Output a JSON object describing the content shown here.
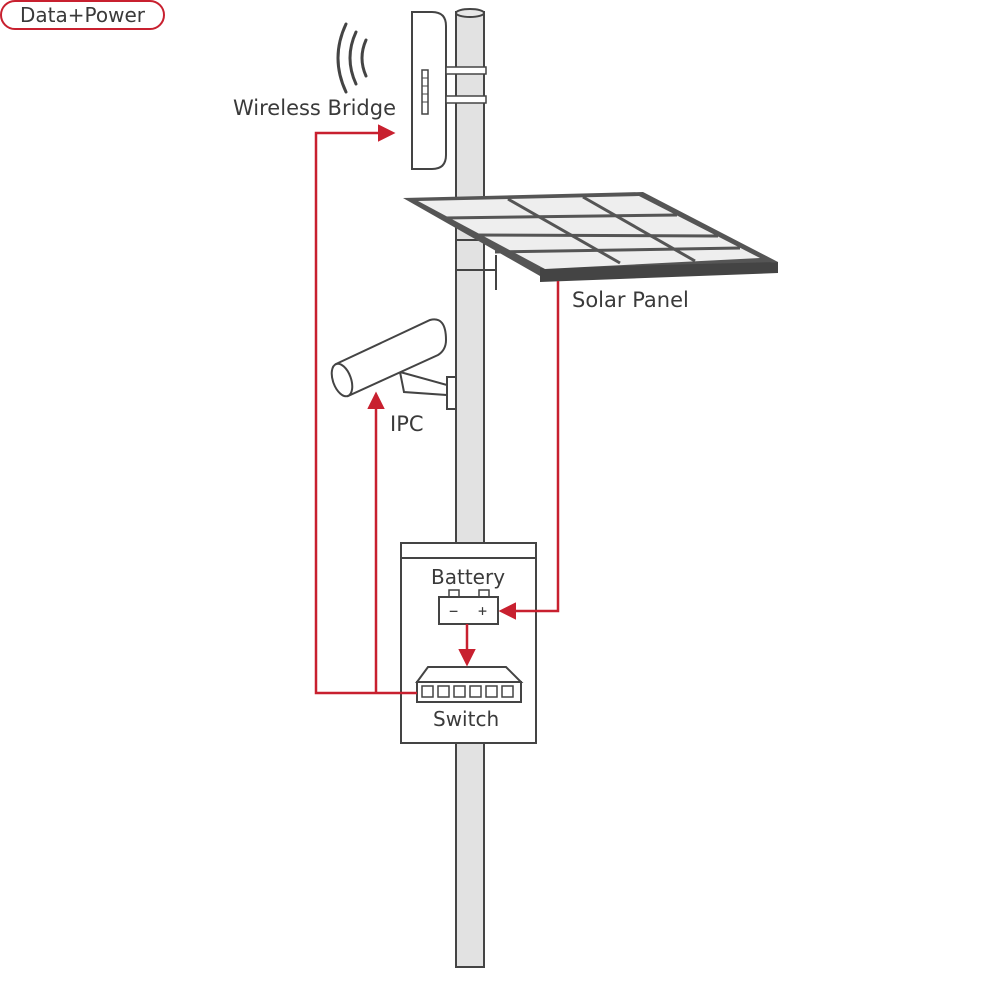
{
  "labels": {
    "wireless_bridge": "Wireless Bridge",
    "solar_panel": "Solar Panel",
    "ipc": "IPC",
    "data_power": "Data+Power",
    "battery": "Battery",
    "switch": "Switch",
    "battery_minus": "−",
    "battery_plus": "+"
  },
  "colors": {
    "line": "#c8202f",
    "outline": "#444444",
    "pole": "#e2e2e2",
    "panel_frame": "#555555",
    "panel_cell": "#eeeeee"
  }
}
